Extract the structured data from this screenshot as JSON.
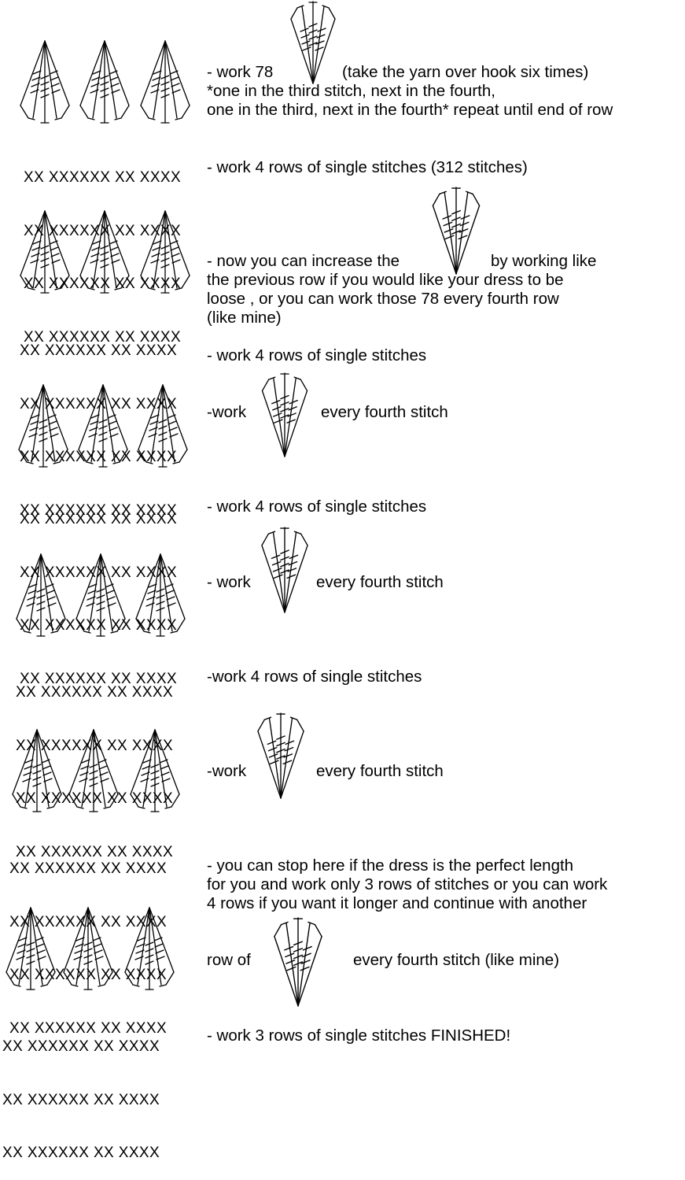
{
  "stitch_row_text": "XX XXXXXX XX XXXX",
  "sections": [
    {
      "lines": [
        "- work  78",
        "(take the yarn over hook six times)",
        "*one in the third stitch, next in the fourth,",
        "one in the third, next in the fourth* repeat until end of row"
      ]
    },
    {
      "lines": [
        "- work 4 rows of single stitches (312 stitches)"
      ]
    },
    {
      "lines": [
        "- now you can increase the",
        "by working like",
        "the previous row if you would like your dress to be",
        "loose  , or you can work those 78 every fourth row",
        "(like mine)"
      ]
    },
    {
      "lines": [
        "- work 4 rows of single stitches"
      ]
    },
    {
      "lines": [
        "-work",
        "every fourth stitch"
      ]
    },
    {
      "lines": [
        "- work 4 rows of single stitches"
      ]
    },
    {
      "lines": [
        "- work",
        "every fourth stitch"
      ]
    },
    {
      "lines": [
        "-work 4 rows of single stitches"
      ]
    },
    {
      "lines": [
        "-work",
        "every fourth stitch"
      ]
    },
    {
      "lines": [
        "- you can stop here if the dress is the perfect length",
        "for you and work only 3 rows of stitches or you can work",
        "4 rows if you want it longer  and continue with another"
      ]
    },
    {
      "lines": [
        "row of",
        "every fourth stitch (like mine)"
      ]
    },
    {
      "lines": [
        "- work 3 rows of single stitches FINISHED!"
      ]
    }
  ]
}
